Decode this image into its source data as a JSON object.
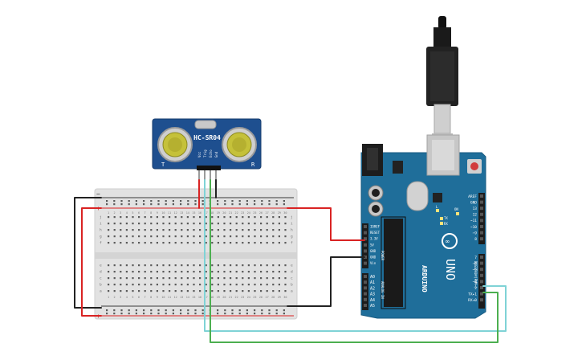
{
  "sensor": {
    "label": "HC-SR04",
    "pins": [
      "Vcc",
      "Trig",
      "Echo",
      "Gnd"
    ],
    "corner_t": "T",
    "corner_r": "R"
  },
  "breadboard": {
    "row_letters_top": [
      "j",
      "i",
      "h",
      "g",
      "f"
    ],
    "row_letters_bottom": [
      "e",
      "d",
      "c",
      "b",
      "a"
    ],
    "column_numbers": [
      "1",
      "2",
      "3",
      "4",
      "5",
      "6",
      "7",
      "8",
      "9",
      "10",
      "11",
      "12",
      "13",
      "14",
      "15",
      "16",
      "17",
      "18",
      "19",
      "20",
      "21",
      "22",
      "23",
      "24",
      "25",
      "26",
      "27",
      "28",
      "29",
      "30"
    ],
    "rail_minus": "−",
    "rail_plus": "+"
  },
  "arduino": {
    "brand": "ARDUINO",
    "model": "UNO",
    "power_label": "POWER",
    "analog_label": "ANALOG IN",
    "digital_label": "DIGITAL (PWM~)",
    "power_pins": [
      "IOREF",
      "RESET",
      "3.3V",
      "5V",
      "GND",
      "GND",
      "Vin"
    ],
    "analog_pins": [
      "A0",
      "A1",
      "A2",
      "A3",
      "A4",
      "A5"
    ],
    "digital_pins_top": [
      "AREF",
      "GND",
      "13",
      "12",
      "~11",
      "~10",
      "~9",
      "8"
    ],
    "digital_pins_bottom": [
      "7",
      "~6",
      "~5",
      "4",
      "~3",
      "2",
      "TX▸1",
      "RX◂0"
    ],
    "leds": [
      "L",
      "TX",
      "RX",
      "ON"
    ]
  },
  "colors": {
    "wire_red": "#d92323",
    "wire_black": "#222222",
    "wire_green": "#4caf50",
    "wire_cyan": "#7fd3d6",
    "board_blue": "#1f6e9a",
    "sensor_blue": "#1e4f8f"
  }
}
